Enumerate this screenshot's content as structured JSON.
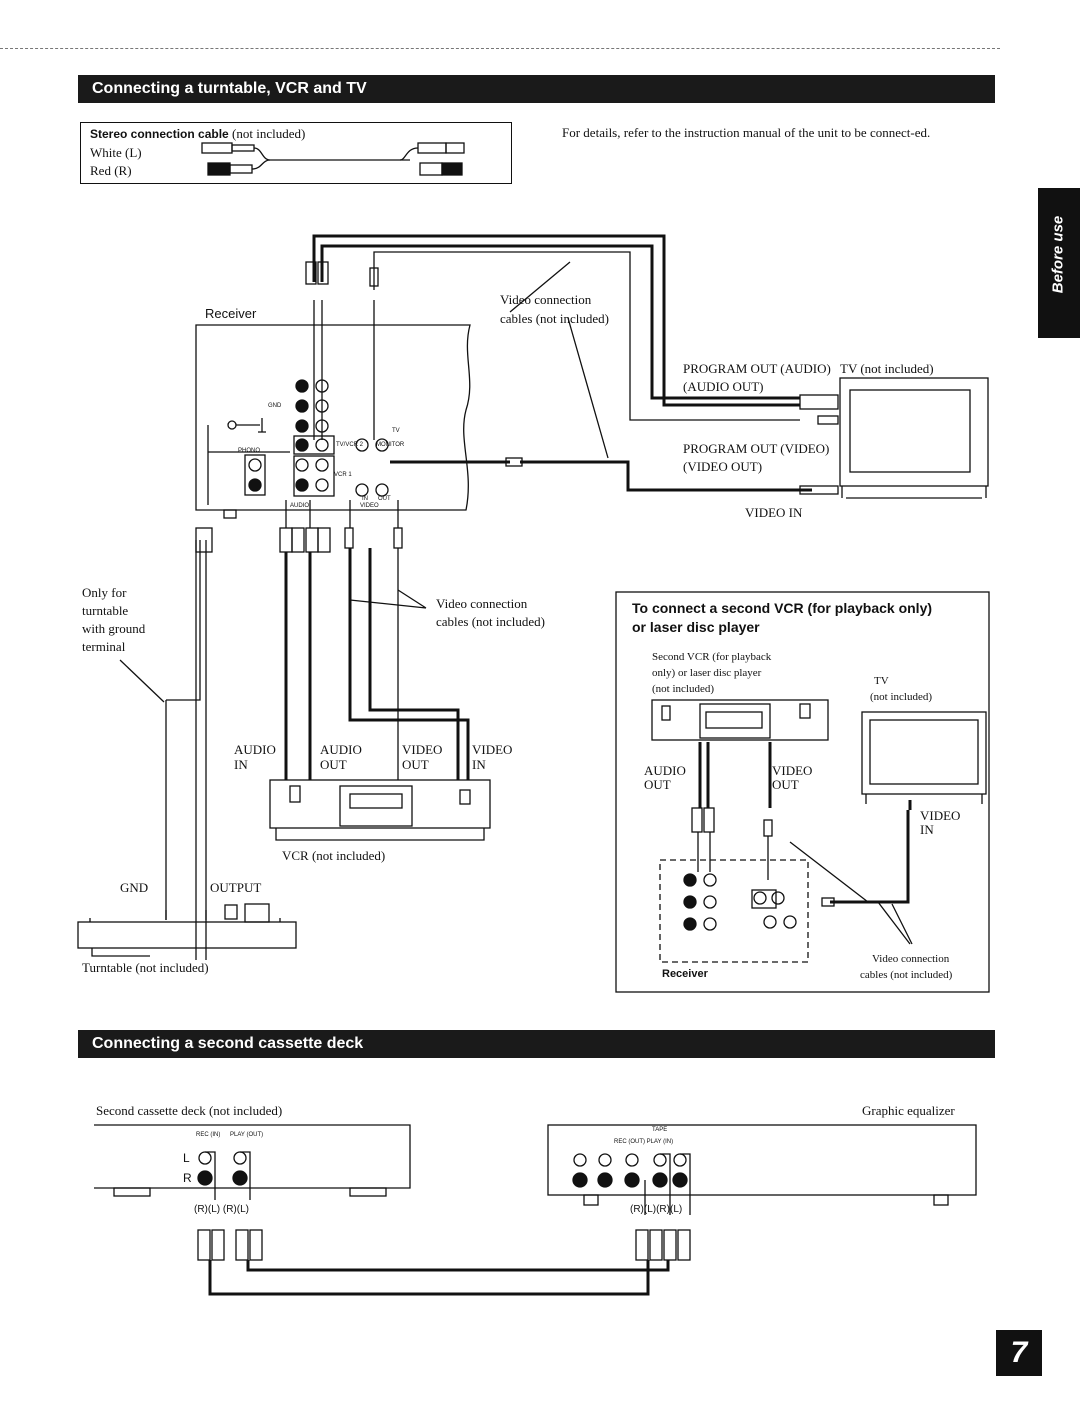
{
  "section1": {
    "title": "Connecting a turntable, VCR and TV",
    "cable_legend": {
      "title_bold": "Stereo connection cable",
      "title_note": "(not included)",
      "white": "White  (L)",
      "red": "Red    (R)"
    },
    "details_note": "For details, refer to the instruction manual of the unit to be connect-ed.",
    "labels": {
      "receiver": "Receiver",
      "video_cables_top_1": "Video connection",
      "video_cables_top_2": "cables (not included)",
      "prog_out_audio": "PROGRAM OUT (AUDIO)",
      "audio_out": "(AUDIO OUT)",
      "tv_not_included": "TV (not included)",
      "prog_out_video": "PROGRAM OUT (VIDEO)",
      "video_out": "(VIDEO OUT)",
      "video_in": "VIDEO IN",
      "only_for_1": "Only for",
      "only_for_2": "turntable",
      "only_for_3": "with ground",
      "only_for_4": "terminal",
      "video_cables_mid_1": "Video connection",
      "video_cables_mid_2": "cables (not included)",
      "audio_in_1": "AUDIO",
      "audio_in_2": "IN",
      "audio_out_1": "AUDIO",
      "audio_out_2": "OUT",
      "video_out_1": "VIDEO",
      "video_out_2": "OUT",
      "video_in_1": "VIDEO",
      "video_in_2": "IN",
      "vcr_not_included": "VCR (not included)",
      "gnd": "GND",
      "output": "OUTPUT",
      "turntable": "Turntable (not included)",
      "gnd_small": "GND",
      "phono": "PHONO",
      "tv_vcr2": "TV/VCR 2",
      "monitor": "MONITOR",
      "tv_small": "TV",
      "vcr1": "VCR 1",
      "in_small": "IN",
      "out_small": "OUT",
      "audio_small": "AUDIO",
      "video_small": "VIDEO"
    }
  },
  "inset": {
    "title_1": "To connect a second VCR (for playback only)",
    "title_2": "or laser disc player",
    "second_vcr_1": "Second VCR (for playback",
    "second_vcr_2": "only) or laser disc player",
    "second_vcr_3": "(not included)",
    "tv": "TV",
    "tv_note": "(not included)",
    "audio_out_1": "AUDIO",
    "audio_out_2": "OUT",
    "video_out_1": "VIDEO",
    "video_out_2": "OUT",
    "video_in_1": "VIDEO",
    "video_in_2": "IN",
    "receiver": "Receiver",
    "cables_1": "Video connection",
    "cables_2": "cables (not included)"
  },
  "section2": {
    "title": "Connecting a second cassette deck",
    "second_deck": "Second cassette deck (not included)",
    "graphic_eq": "Graphic equalizer",
    "rec_in": "REC (IN)",
    "play_out": "PLAY (OUT)",
    "tape": "TAPE",
    "rec_out_play_in": "REC (OUT)   PLAY (IN)",
    "l": "L",
    "r": "R",
    "rl_rl_left": "(R)(L)  (R)(L)",
    "rl_rl_right": "(R)(L)(R)(L)"
  },
  "side_tab": "Before use",
  "page_number": "7"
}
